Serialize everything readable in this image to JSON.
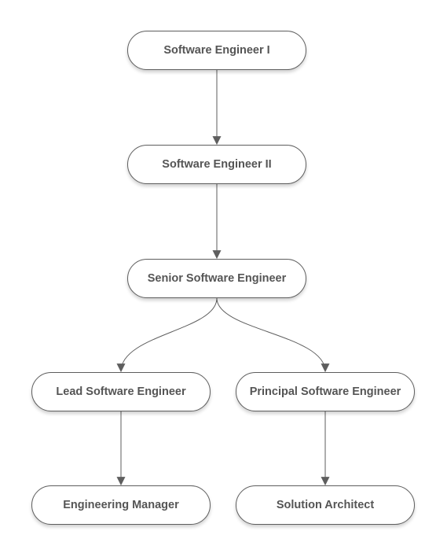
{
  "diagram": {
    "nodes": {
      "se1": "Software Engineer I",
      "se2": "Software Engineer II",
      "senior": "Senior Software Engineer",
      "lead": "Lead Software Engineer",
      "principal": "Principal Software Engineer",
      "manager": "Engineering Manager",
      "architect": "Solution Architect"
    },
    "edges": [
      {
        "from": "se1",
        "to": "se2"
      },
      {
        "from": "se2",
        "to": "senior"
      },
      {
        "from": "senior",
        "to": "lead"
      },
      {
        "from": "senior",
        "to": "principal"
      },
      {
        "from": "lead",
        "to": "manager"
      },
      {
        "from": "principal",
        "to": "architect"
      }
    ],
    "colors": {
      "line": "#5e5e5e",
      "text": "#555555",
      "node_border": "#5e5e5e",
      "background": "#ffffff"
    }
  }
}
